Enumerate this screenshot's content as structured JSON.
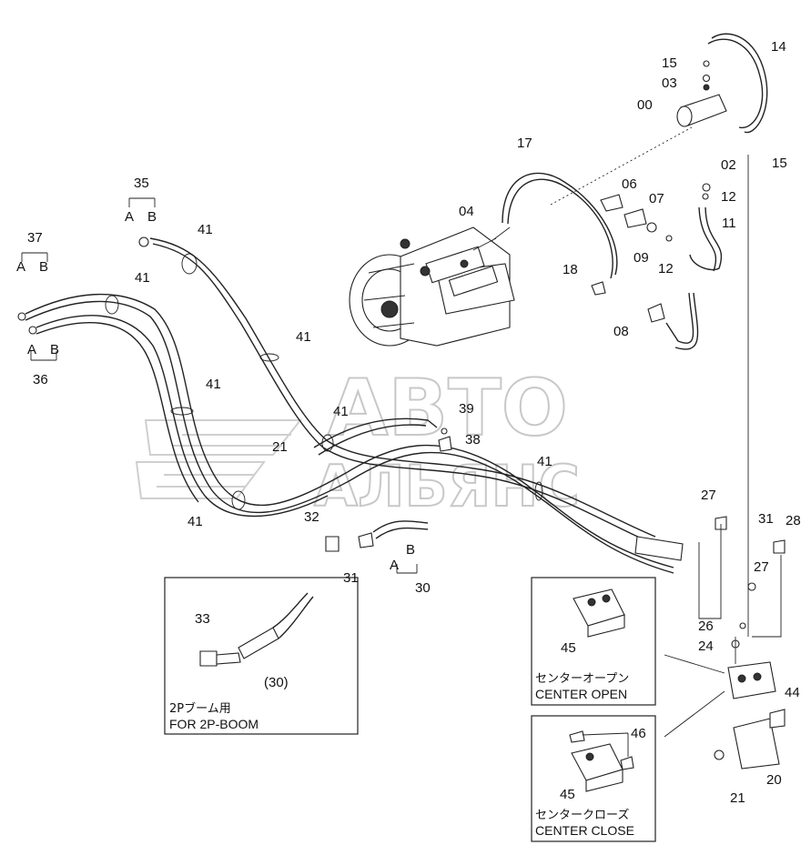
{
  "watermark": {
    "line1": "АВТО",
    "line2": "АЛЬЯНС"
  },
  "part_labels": {
    "p00": "00",
    "p02": "02",
    "p03": "03",
    "p04": "04",
    "p06": "06",
    "p07": "07",
    "p08": "08",
    "p09": "09",
    "p11": "11",
    "p12a": "12",
    "p12b": "12",
    "p14": "14",
    "p15a": "15",
    "p15b": "15",
    "p17": "17",
    "p18": "18",
    "p20": "20",
    "p21a": "21",
    "p21b": "21",
    "p24": "24",
    "p26": "26",
    "p27a": "27",
    "p27b": "27",
    "p28": "28",
    "p30": "30",
    "p31a": "31",
    "p31b": "31",
    "p32": "32",
    "p33": "33",
    "p35": "35",
    "p36": "36",
    "p37": "37",
    "p38": "38",
    "p39": "39",
    "p41a": "41",
    "p41b": "41",
    "p41c": "41",
    "p41d": "41",
    "p41e": "41",
    "p41f": "41",
    "p41g": "41",
    "p44": "44",
    "p45a": "45",
    "p45b": "45",
    "p46": "46",
    "p30ref": "(30)"
  },
  "port_labels": {
    "a35": "A",
    "b35": "B",
    "a37": "A",
    "b37": "B",
    "a36": "A",
    "b36": "B",
    "a30": "A",
    "b30": "B"
  },
  "inset_boom": {
    "caption_jp": "2Pブーム用",
    "caption_en": "FOR 2P-BOOM"
  },
  "inset_open": {
    "caption_jp": "センターオープン",
    "caption_en": "CENTER OPEN"
  },
  "inset_close": {
    "caption_jp": "センタークローズ",
    "caption_en": "CENTER CLOSE"
  }
}
